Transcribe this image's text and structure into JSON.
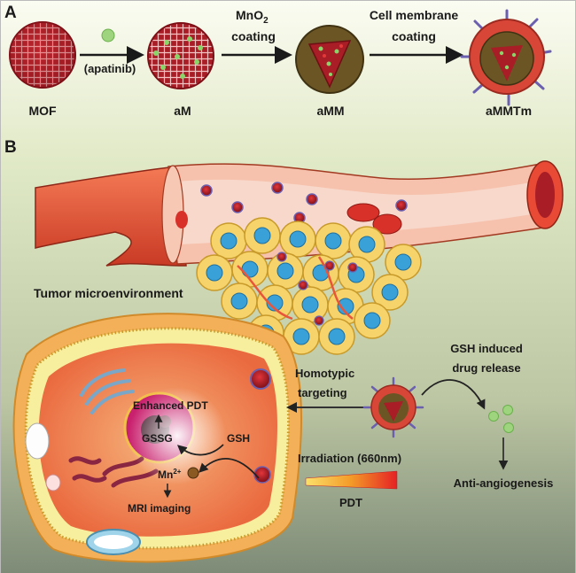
{
  "panels": {
    "a": "A",
    "b": "B"
  },
  "stages": {
    "mof": "MOF",
    "am": "aM",
    "amm": "aMM",
    "ammtm": "aMMTm"
  },
  "steps": {
    "apatinib": "(apatinib)",
    "mno2_main": "MnO",
    "mno2_sub": "2",
    "mno2_line2": "coating",
    "membrane_line1": "Cell membrane",
    "membrane_line2": "coating"
  },
  "labels": {
    "tumor_microenvironment": "Tumor microenvironment",
    "homotypic_line1": "Homotypic",
    "homotypic_line2": "targeting",
    "gsh_release_line1": "GSH induced",
    "gsh_release_line2": "drug release",
    "enhanced_pdt": "Enhanced PDT",
    "gssg": "GSSG",
    "gsh": "GSH",
    "mn": "Mn",
    "mn_sup": "2+",
    "mri": "MRI imaging",
    "irradiation": "Irradiation (660nm)",
    "pdt": "PDT",
    "anti_angiogenesis": "Anti-angiogenesis"
  },
  "colors": {
    "vessel": "#e8553a",
    "vessel_light": "#f39a7e",
    "nanoparticle": "#b3202a",
    "drug": "#8bd46a",
    "mno2_shell": "#5c4a22",
    "membrane": "#6b5fb0",
    "tumor_cell": "#f6d36b",
    "nucleus": "#3aa0d8",
    "cell_body": "#f07a4e",
    "nucleus_magenta": "#c9216e"
  }
}
